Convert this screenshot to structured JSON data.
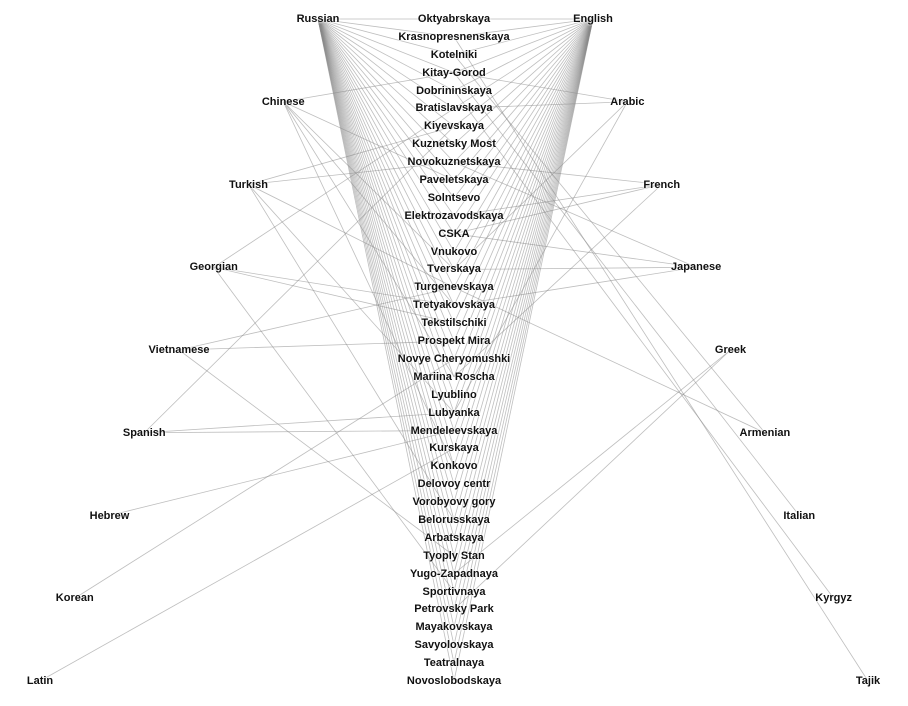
{
  "left_languages": [
    "Russian",
    "Chinese",
    "Turkish",
    "Georgian",
    "Vietnamese",
    "Spanish",
    "Hebrew",
    "Korean",
    "Latin"
  ],
  "right_languages": [
    "English",
    "Arabic",
    "French",
    "Japanese",
    "Greek",
    "Armenian",
    "Italian",
    "Kyrgyz",
    "Tajik"
  ],
  "stations": [
    "Oktyabrskaya",
    "Krasnopresnenskaya",
    "Kotelniki",
    "Kitay-Gorod",
    "Dobrininskaya",
    "Bratislavskaya",
    "Kiyevskaya",
    "Kuznetsky Most",
    "Novokuznetskaya",
    "Paveletskaya",
    "Solntsevo",
    "Elektrozavodskaya",
    "CSKA",
    "Vnukovo",
    "Tverskaya",
    "Turgenevskaya",
    "Tretyakovskaya",
    "Tekstilschiki",
    "Prospekt Mira",
    "Novye Cheryomushki",
    "Mariina Roscha",
    "Lyublino",
    "Lubyanka",
    "Mendeleevskaya",
    "Kurskaya",
    "Konkovo",
    "Delovoy centr",
    "Vorobyovy gory",
    "Belorusskaya",
    "Arbatskaya",
    "Tyoply Stan",
    "Yugo-Zapadnaya",
    "Sportivnaya",
    "Petrovsky Park",
    "Mayakovskaya",
    "Savyolovskaya",
    "Teatralnaya",
    "Novoslobodskaya"
  ],
  "edges_all_stations": [
    "Russian",
    "English"
  ],
  "extra_edges": [
    [
      "Chinese",
      "Kitay-Gorod"
    ],
    [
      "Chinese",
      "Tverskaya"
    ],
    [
      "Chinese",
      "Tretyakovskaya"
    ],
    [
      "Chinese",
      "Paveletskaya"
    ],
    [
      "Chinese",
      "Mariina Roscha"
    ],
    [
      "Chinese",
      "Konkovo"
    ],
    [
      "Turkish",
      "Kiyevskaya"
    ],
    [
      "Turkish",
      "Novokuznetskaya"
    ],
    [
      "Turkish",
      "Turgenevskaya"
    ],
    [
      "Turkish",
      "Belorusskaya"
    ],
    [
      "Turkish",
      "Lubyanka"
    ],
    [
      "Georgian",
      "Tretyakovskaya"
    ],
    [
      "Georgian",
      "Tekstilschiki"
    ],
    [
      "Georgian",
      "Sportivnaya"
    ],
    [
      "Georgian",
      "Bratislavskaya"
    ],
    [
      "Vietnamese",
      "Prospekt Mira"
    ],
    [
      "Vietnamese",
      "Tyoply Stan"
    ],
    [
      "Vietnamese",
      "Turgenevskaya"
    ],
    [
      "Spanish",
      "Lubyanka"
    ],
    [
      "Spanish",
      "Mendeleevskaya"
    ],
    [
      "Spanish",
      "Kiyevskaya"
    ],
    [
      "Hebrew",
      "Mendeleevskaya"
    ],
    [
      "Korean",
      "Novye Cheryomushki"
    ],
    [
      "Latin",
      "Kurskaya"
    ],
    [
      "Arabic",
      "Bratislavskaya"
    ],
    [
      "Arabic",
      "Tverskaya"
    ],
    [
      "Arabic",
      "Lubyanka"
    ],
    [
      "Arabic",
      "Kitay-Gorod"
    ],
    [
      "French",
      "Elektrozavodskaya"
    ],
    [
      "French",
      "CSKA"
    ],
    [
      "French",
      "Mariina Roscha"
    ],
    [
      "French",
      "Novokuznetskaya"
    ],
    [
      "Japanese",
      "Tretyakovskaya"
    ],
    [
      "Japanese",
      "CSKA"
    ],
    [
      "Japanese",
      "Novokuznetskaya"
    ],
    [
      "Japanese",
      "Tverskaya"
    ],
    [
      "Greek",
      "Yugo-Zapadnaya"
    ],
    [
      "Greek",
      "Petrovsky Park"
    ],
    [
      "Armenian",
      "Kotelniki"
    ],
    [
      "Armenian",
      "Turgenevskaya"
    ],
    [
      "Italian",
      "Kitay-Gorod"
    ],
    [
      "Kyrgyz",
      "Dobrininskaya"
    ],
    [
      "Tajik",
      "Krasnopresnenskaya"
    ]
  ]
}
